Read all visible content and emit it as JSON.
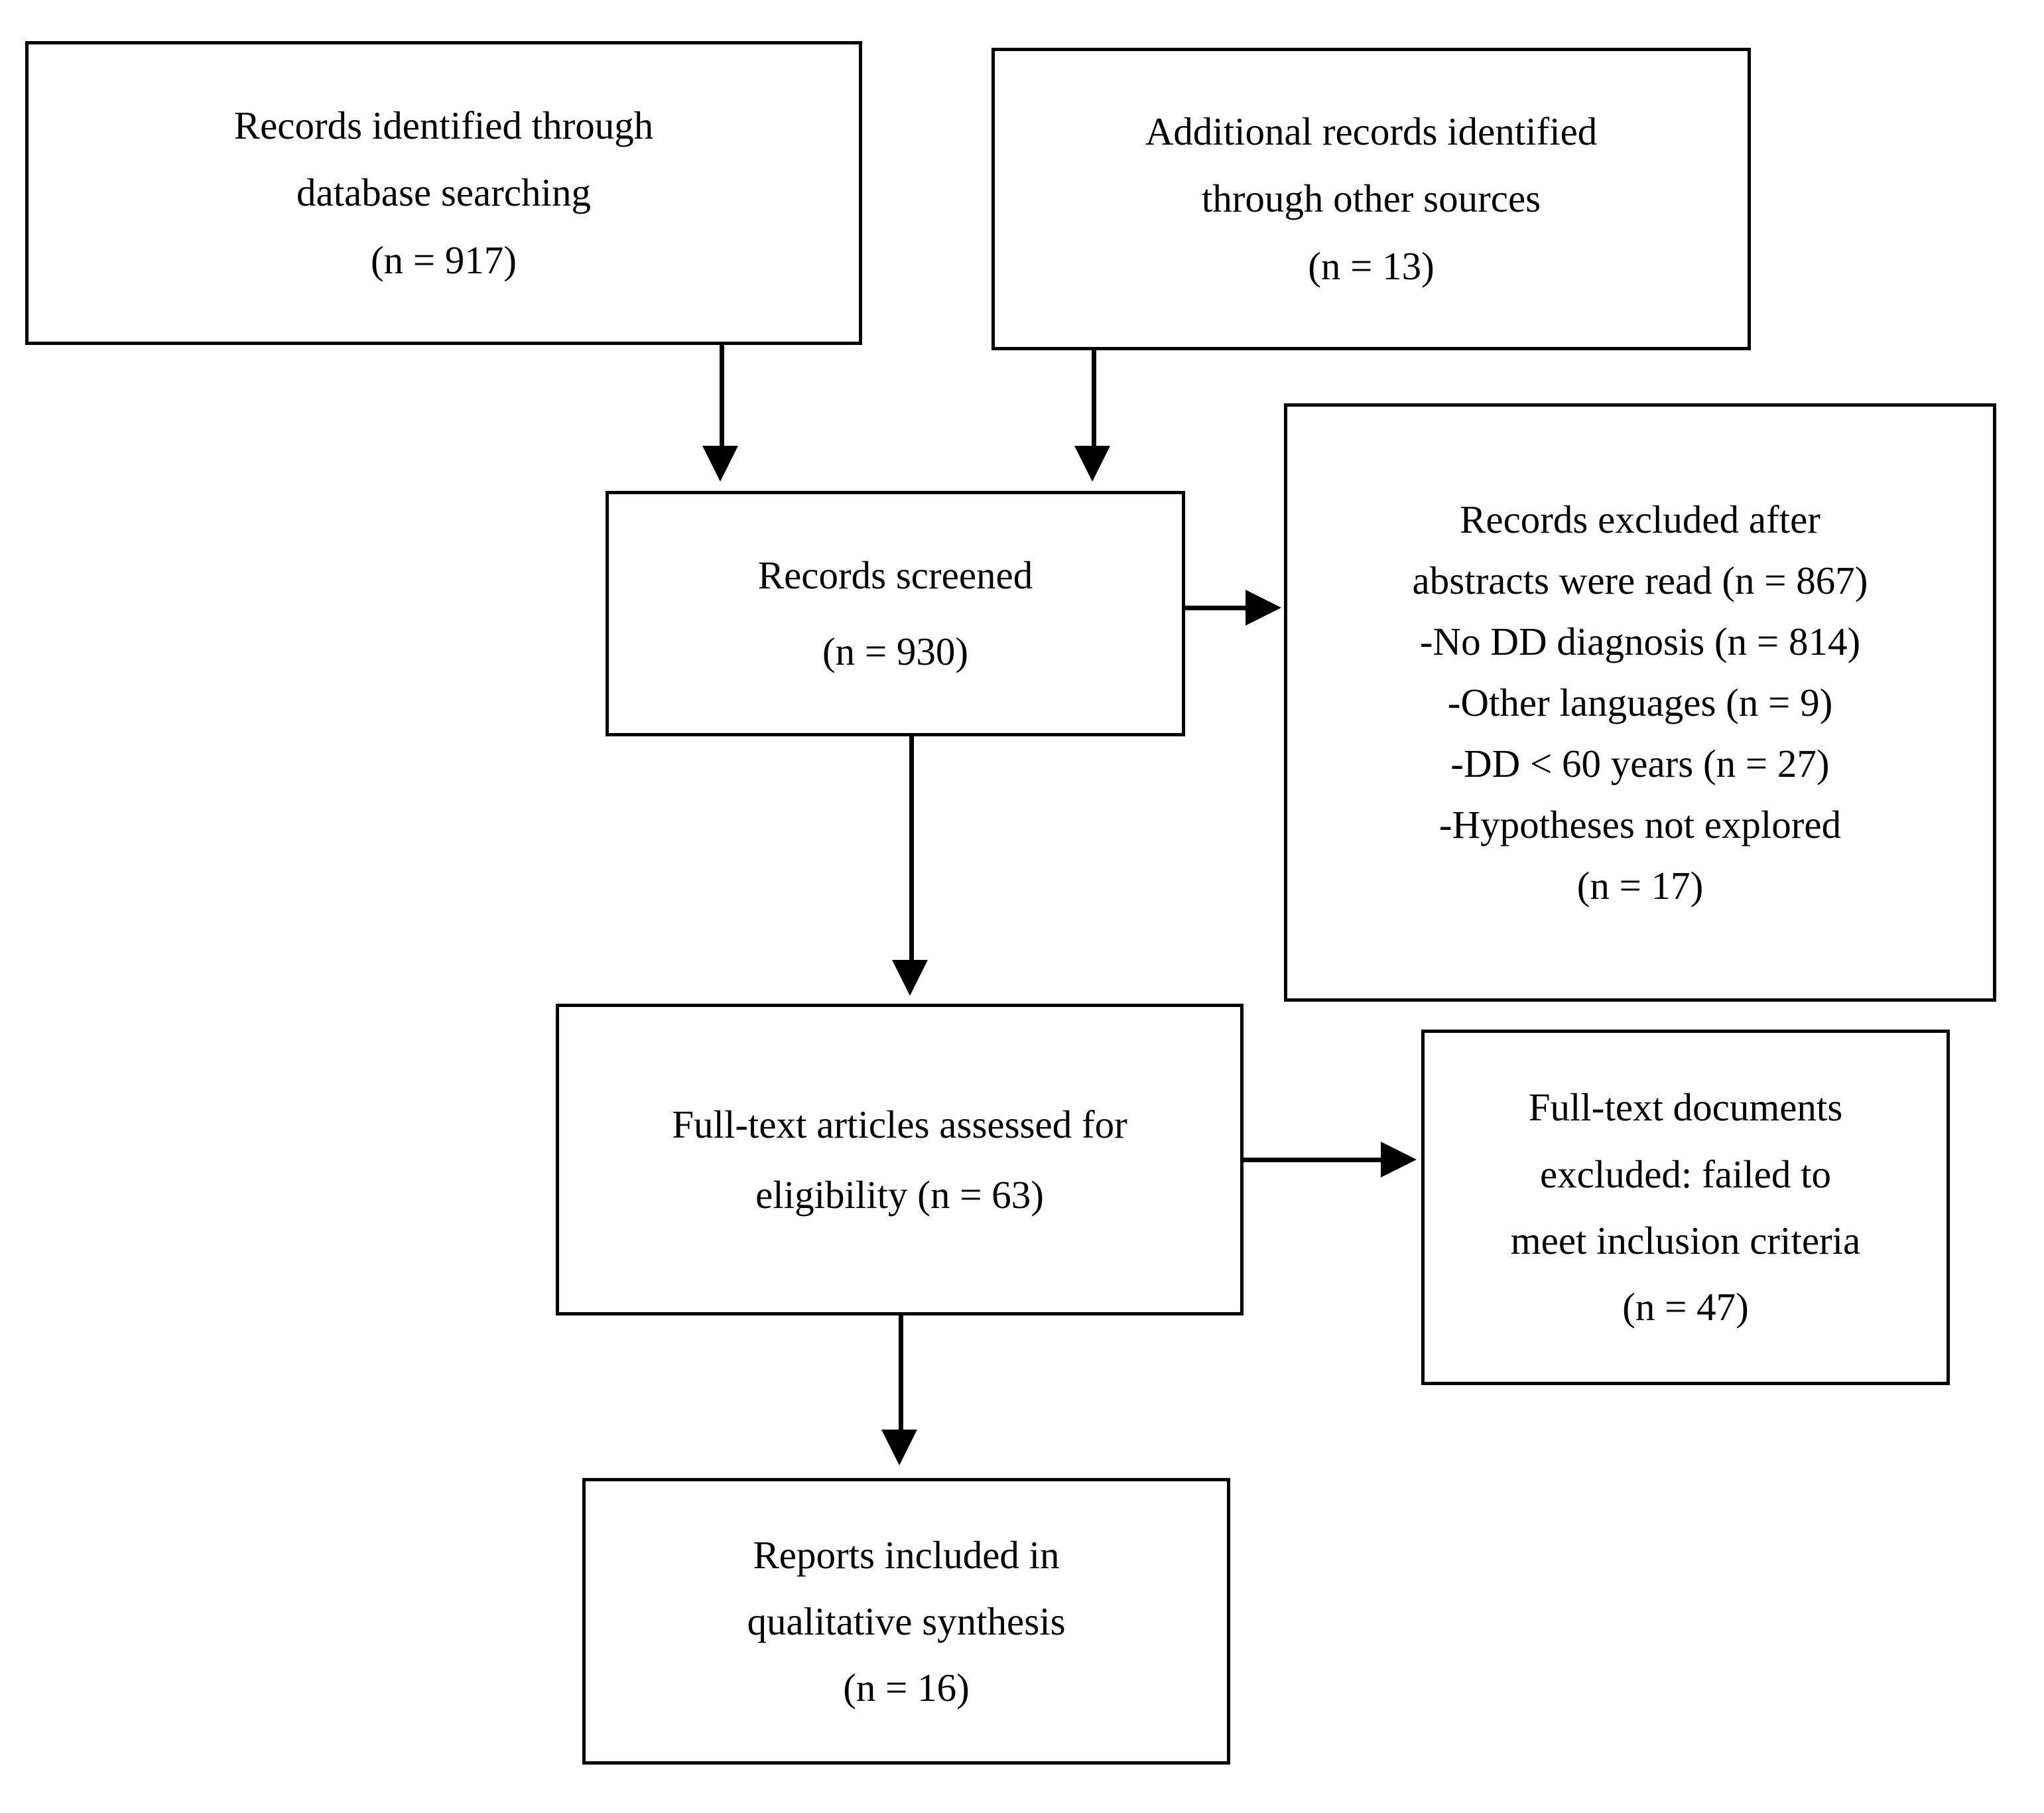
{
  "diagram": {
    "title": "PRISMA flow diagram",
    "type": "flowchart",
    "background_color": "#ffffff",
    "line_color": "#000000",
    "text_color": "#000000"
  },
  "nodes": {
    "db_search": {
      "name": "Records identified through database searching",
      "lines": [
        "Records identified through",
        "database searching",
        "(n = 917)"
      ],
      "count": 917
    },
    "other_sources": {
      "name": "Additional records identified through other sources",
      "lines": [
        "Additional records identified",
        "through other sources",
        "(n = 13)"
      ],
      "count": 13
    },
    "screened": {
      "name": "Records screened",
      "lines": [
        "Records screened",
        "(n = 930)"
      ],
      "count": 930
    },
    "excluded_abstracts": {
      "name": "Records excluded after abstracts were read",
      "lines": [
        "Records excluded after",
        "abstracts were read (n = 867)",
        "-No DD diagnosis (n = 814)",
        "-Other languages (n = 9)",
        "-DD < 60 years (n = 27)",
        "-Hypotheses not explored",
        "(n = 17)"
      ],
      "count": 867,
      "reasons": [
        {
          "label": "No DD diagnosis",
          "count": 814
        },
        {
          "label": "Other languages",
          "count": 9
        },
        {
          "label": "DD < 60 years",
          "count": 27
        },
        {
          "label": "Hypotheses not explored",
          "count": 17
        }
      ]
    },
    "fulltext_assessed": {
      "name": "Full-text articles assessed for eligibility",
      "lines": [
        "Full-text articles assessed for",
        "eligibility (n = 63)"
      ],
      "count": 63
    },
    "excluded_fulltext": {
      "name": "Full-text documents excluded: failed to meet inclusion criteria",
      "lines": [
        "Full-text documents",
        "excluded: failed to",
        "meet inclusion criteria",
        "(n = 47)"
      ],
      "count": 47
    },
    "included": {
      "name": "Reports included in qualitative synthesis",
      "lines": [
        "Reports included in",
        "qualitative synthesis",
        "(n = 16)"
      ],
      "count": 16
    }
  },
  "connectors": [
    {
      "from": "db_search",
      "to": "screened",
      "direction": "down"
    },
    {
      "from": "other_sources",
      "to": "screened",
      "direction": "down"
    },
    {
      "from": "screened",
      "to": "excluded_abstracts",
      "direction": "right"
    },
    {
      "from": "screened",
      "to": "fulltext_assessed",
      "direction": "down"
    },
    {
      "from": "fulltext_assessed",
      "to": "excluded_fulltext",
      "direction": "right"
    },
    {
      "from": "fulltext_assessed",
      "to": "included",
      "direction": "down"
    }
  ]
}
